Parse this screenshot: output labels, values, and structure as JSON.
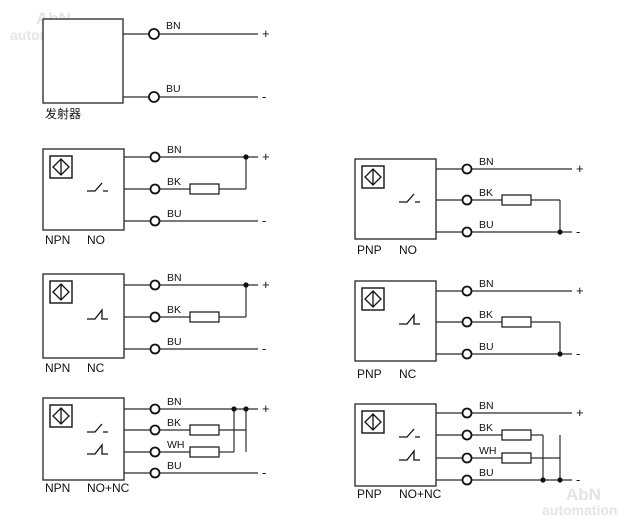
{
  "watermark": {
    "line1": "AbN",
    "line2": "automation"
  },
  "emitter": {
    "caption": "发射器",
    "wires": [
      "BN",
      "BU"
    ],
    "polarity": [
      "+",
      "-"
    ]
  },
  "diagrams": [
    {
      "id": "npn-no",
      "type": "NPN",
      "output": "NO",
      "wires": [
        "BN",
        "BK",
        "BU"
      ],
      "polarity": [
        "+",
        "-"
      ]
    },
    {
      "id": "pnp-no",
      "type": "PNP",
      "output": "NO",
      "wires": [
        "BN",
        "BK",
        "BU"
      ],
      "polarity": [
        "+",
        "-"
      ]
    },
    {
      "id": "npn-nc",
      "type": "NPN",
      "output": "NC",
      "wires": [
        "BN",
        "BK",
        "BU"
      ],
      "polarity": [
        "+",
        "-"
      ]
    },
    {
      "id": "pnp-nc",
      "type": "PNP",
      "output": "NC",
      "wires": [
        "BN",
        "BK",
        "BU"
      ],
      "polarity": [
        "+",
        "-"
      ]
    },
    {
      "id": "npn-no-nc",
      "type": "NPN",
      "output": "NO+NC",
      "wires": [
        "BN",
        "BK",
        "WH",
        "BU"
      ],
      "polarity": [
        "+",
        "-"
      ]
    },
    {
      "id": "pnp-no-nc",
      "type": "PNP",
      "output": "NO+NC",
      "wires": [
        "BN",
        "BK",
        "WH",
        "BU"
      ],
      "polarity": [
        "+",
        "-"
      ]
    }
  ]
}
